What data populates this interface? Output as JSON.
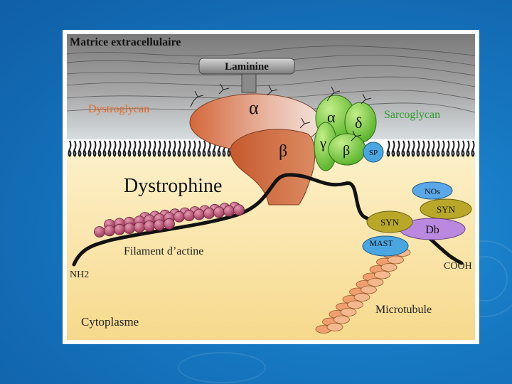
{
  "labels": {
    "extracellular_matrix": "Matrice extracellulaire",
    "laminin": "Laminine",
    "dystroglycan": "Dystroglycan",
    "dystroglycan_alpha": "α",
    "dystroglycan_beta": "β",
    "sarcoglycan": "Sarcoglycan",
    "sarcoglycan_alpha": "α",
    "sarcoglycan_delta": "δ",
    "sarcoglycan_gamma": "γ",
    "sarcoglycan_beta": "β",
    "sarcospan": "SP",
    "dystrophin": "Dystrophine",
    "nos": "NOs",
    "syn_upper": "SYN",
    "syn_lower": "SYN",
    "dystrobrevin": "Db",
    "mast": "MAST",
    "actin_filament": "Filament d’actine",
    "nh2_terminus": "NH2",
    "cooh_terminus": "COOH",
    "microtubule": "Microtubule",
    "cytoplasm": "Cytoplasme"
  },
  "colors": {
    "background_blue": "#1676c0",
    "extracellular": "#8f8f8f",
    "cytoplasm": "#fbe6ad",
    "dystroglycan": "#cc5a2e",
    "sarcoglycan": "#67c22f",
    "sarcospan": "#4aa6e0",
    "nos": "#5aa8e8",
    "syn": "#b9a828",
    "dystrobrevin": "#bb88e0",
    "mast": "#4aa6e0",
    "actin": "#b04a6a",
    "microtubule": "#f0a070",
    "dystroglycan_label": "#e8661e",
    "sarcoglycan_label": "#2e9a2e"
  }
}
